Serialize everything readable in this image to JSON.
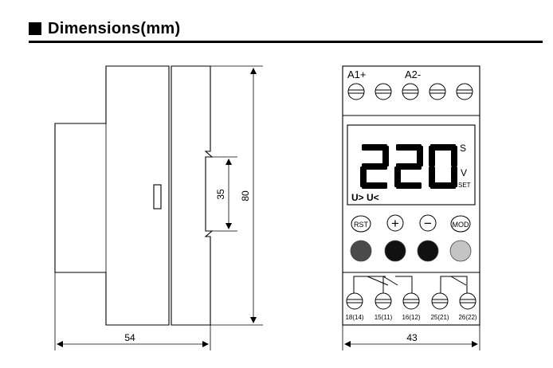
{
  "header": {
    "title": "Dimensions(mm)"
  },
  "side_view": {
    "width_label": "54",
    "height_label": "80",
    "rail_label": "35"
  },
  "front_view": {
    "width_label": "43",
    "top_terminals": [
      "A1+",
      "A2-"
    ],
    "display": {
      "digits": "220",
      "unit_time": "S",
      "unit_voltage": "V",
      "set_label": "SET",
      "mode_label": "U> U<"
    },
    "buttons": [
      {
        "id": "rst",
        "label": "RST"
      },
      {
        "id": "plus",
        "label": "+"
      },
      {
        "id": "minus",
        "label": "−"
      },
      {
        "id": "mod",
        "label": "MOD"
      }
    ],
    "leds": [
      {
        "color": "#4a4a4a"
      },
      {
        "color": "#111111"
      },
      {
        "color": "#111111"
      },
      {
        "color": "#c4c4c4"
      }
    ],
    "bottom_terminals": [
      "18(14)",
      "15(11)",
      "16(12)",
      "25(21)",
      "26(22)"
    ]
  }
}
